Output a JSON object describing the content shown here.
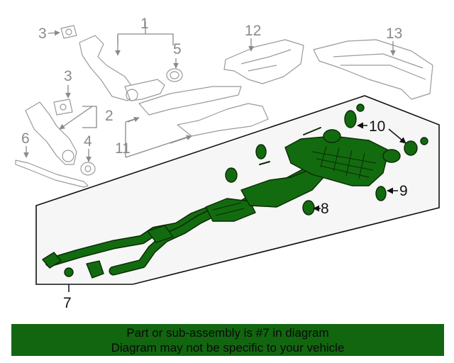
{
  "diagram": {
    "callouts": {
      "c1": "1",
      "c2": "2",
      "c3a": "3",
      "c3b": "3",
      "c4": "4",
      "c5": "5",
      "c6": "6",
      "c7": "7",
      "c8": "8",
      "c9": "9",
      "c10": "10",
      "c11": "11",
      "c12": "12",
      "c13": "13"
    },
    "highlight_color": "#136b0f"
  },
  "banner": {
    "line1": "Part or sub-assembly is #7 in diagram",
    "line2": "Diagram may not be specific to your vehicle",
    "color": "#126610"
  }
}
